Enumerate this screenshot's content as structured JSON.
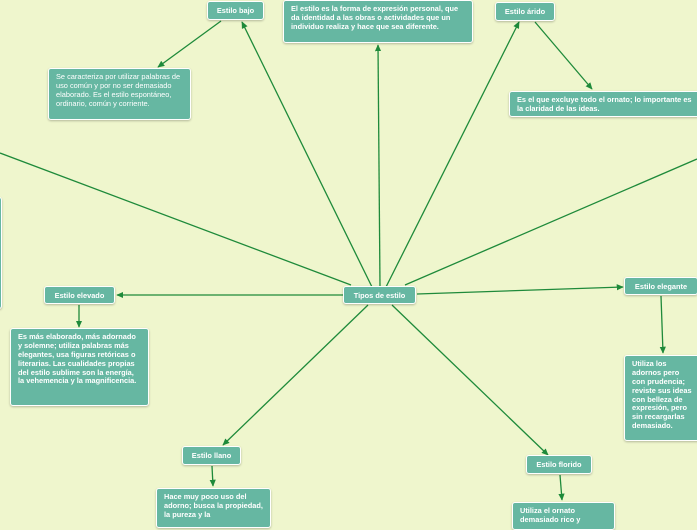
{
  "colors": {
    "background": "#eff6cd",
    "node_fill": "#66b7a2",
    "node_text": "#ffffff",
    "connector": "#1e8a3a"
  },
  "central": {
    "label": "Tipos de estilo"
  },
  "definition": {
    "text": "El estilo es la forma de expresión personal, que da identidad a las obras o actividades que un individuo realiza y hace que sea diferente."
  },
  "branches": {
    "bajo": {
      "label": "Estilo bajo",
      "description": "Se caracteriza por utilizar palabras de uso común y por no ser demasiado elaborado.  Es el estilo espontáneo, ordinario, común y corriente."
    },
    "arido": {
      "label": "Estilo árido",
      "description": "Es el que excluye todo el ornato; lo importante es la claridad de las ideas."
    },
    "elevado": {
      "label": "Estilo elevado",
      "description": "Es más elaborado, más adornado y solemne; utiliza palabras más elegantes, usa figuras retóricas o literarias. Las cualidades propias del estilo sublime son la energía, la vehemencia y la magnificencia."
    },
    "elegante": {
      "label": "Estilo elegante",
      "description": "Utiliza los adornos pero con prudencia; reviste sus ideas con belleza de expresión, pero sin recargarlas demasiado."
    },
    "llano": {
      "label": "Estilo llano",
      "description": "Hace muy poco uso del adorno; busca la propiedad, la pureza y la"
    },
    "florido": {
      "label": "Estilo florido",
      "description": "Utiliza el ornato demasiado rico y"
    }
  }
}
